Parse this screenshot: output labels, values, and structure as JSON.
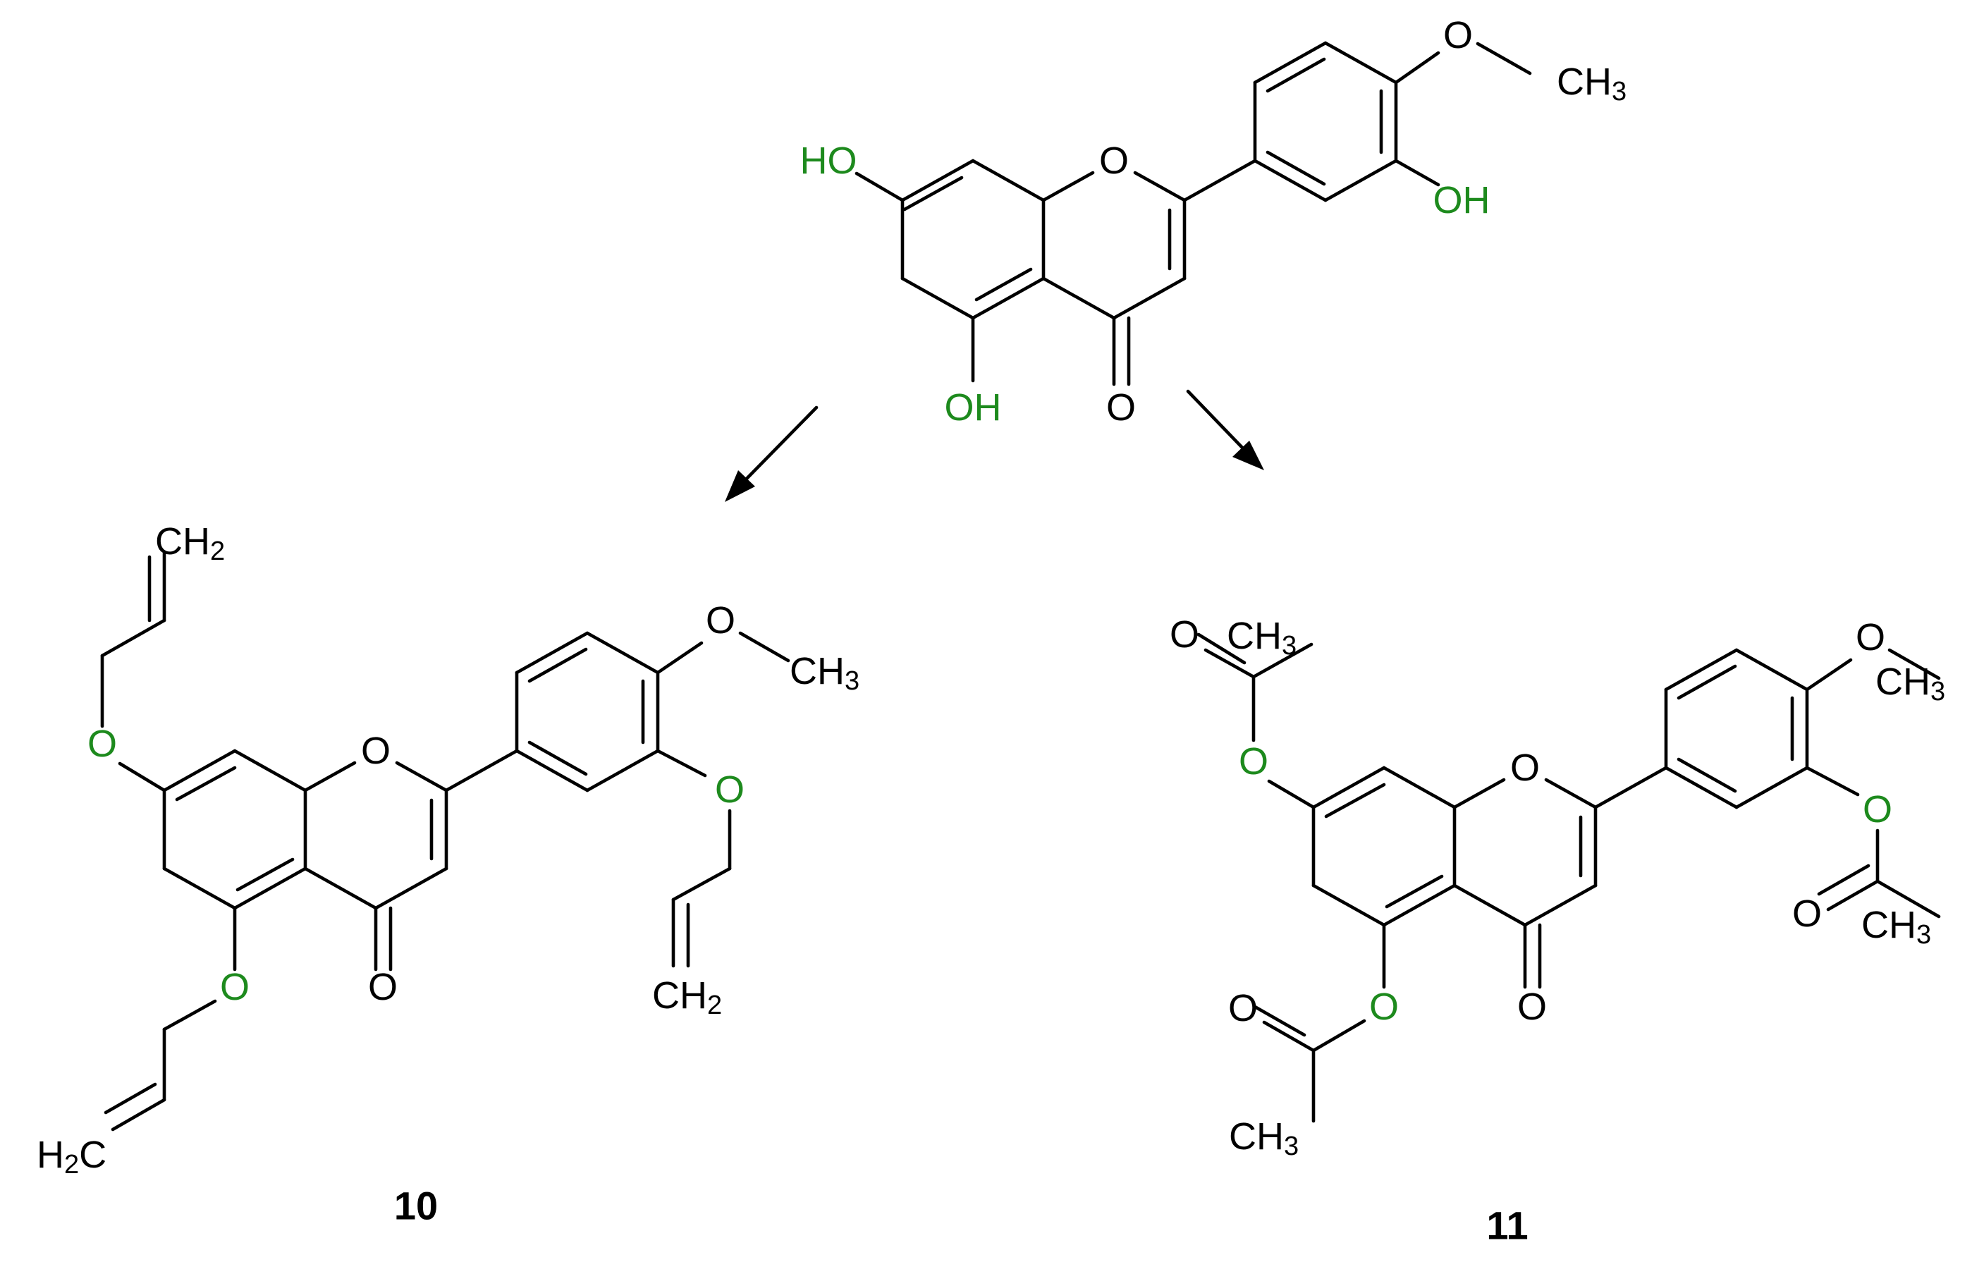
{
  "starting_material": {
    "ring_oxygen": "O",
    "carbonyl_oxygen": "O",
    "substituents": {
      "hydroxy": "HO",
      "hydroxy_alt": "OH",
      "methoxy_o": "O",
      "methyl": "CH",
      "methyl_sub": "3"
    }
  },
  "compound_10": {
    "number": "10",
    "ring_oxygen": "O",
    "carbonyl_oxygen": "O",
    "ether_oxygen": "O",
    "methoxy_o": "O",
    "methyl": "CH",
    "methyl_sub": "3",
    "vinyl_terminal": "CH",
    "vinyl_terminal_sub": "2",
    "vinyl_terminal_left": "H",
    "vinyl_terminal_left_sub": "2",
    "vinyl_terminal_left_c": "C"
  },
  "compound_11": {
    "number": "11",
    "ring_oxygen": "O",
    "carbonyl_oxygen": "O",
    "ester_oxygen": "O",
    "acyl_oxygen": "O",
    "methoxy_o": "O",
    "methyl": "CH",
    "methyl_sub": "3"
  },
  "colors": {
    "heteroatom": "#1d8a1d",
    "bonds": "#000000"
  }
}
